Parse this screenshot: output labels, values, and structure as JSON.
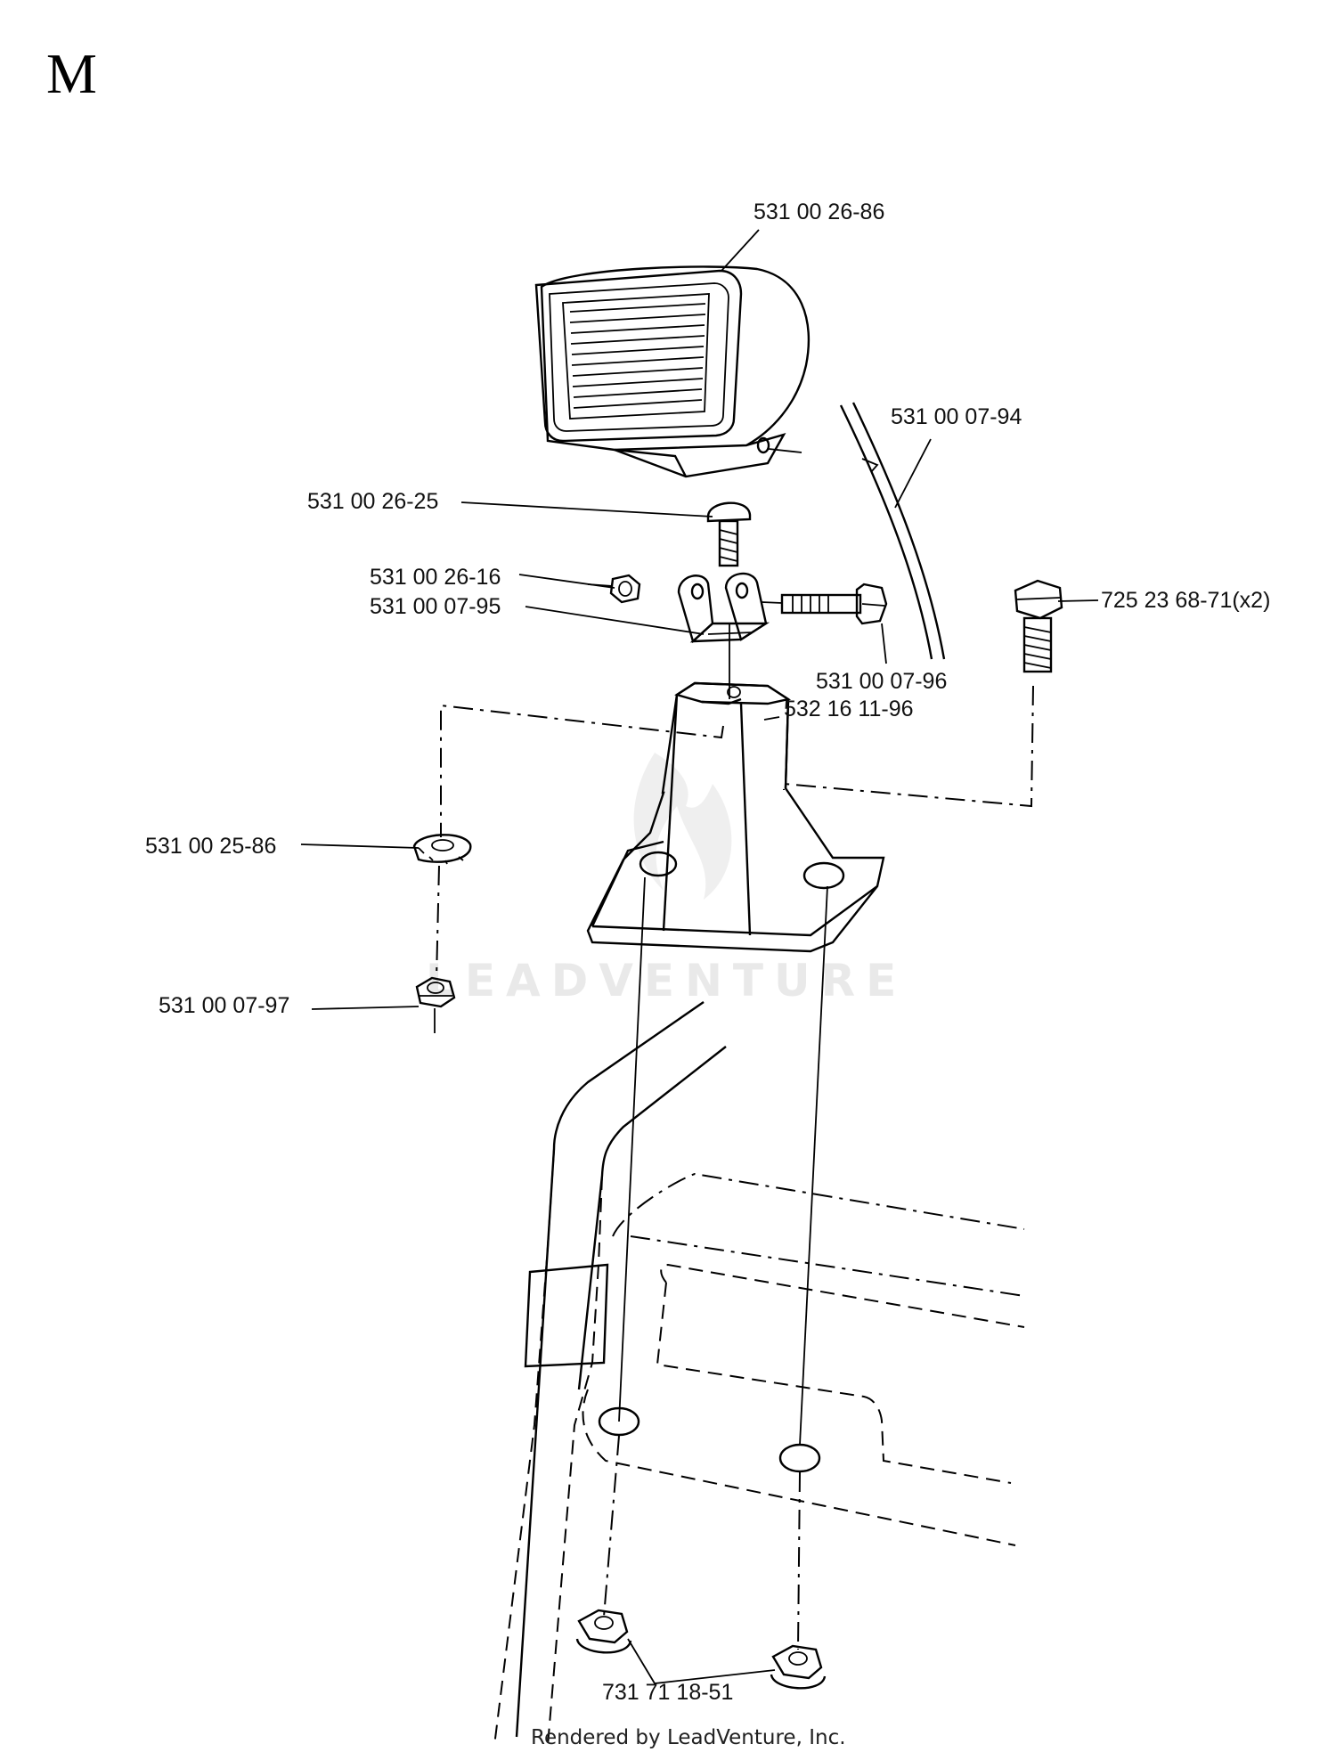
{
  "section": "M",
  "footer": "Rendered by LeadVenture, Inc.",
  "watermark": "LEADVENTURE",
  "parts": {
    "work_light": "531 00 26-86",
    "cable": "531 00 07-94",
    "carriage_bolt": "531 00 26-25",
    "nut_small": "531 00 26-16",
    "bracket": "531 00 07-95",
    "hex_bolt": "531 00 07-96",
    "stand": "532 16 11-96",
    "hex_screw": "725 23 68-71(x2)",
    "lock_washer": "531 00 25-86",
    "lock_nut": "531 00 07-97",
    "flange_nut": "731 71 18-51"
  }
}
